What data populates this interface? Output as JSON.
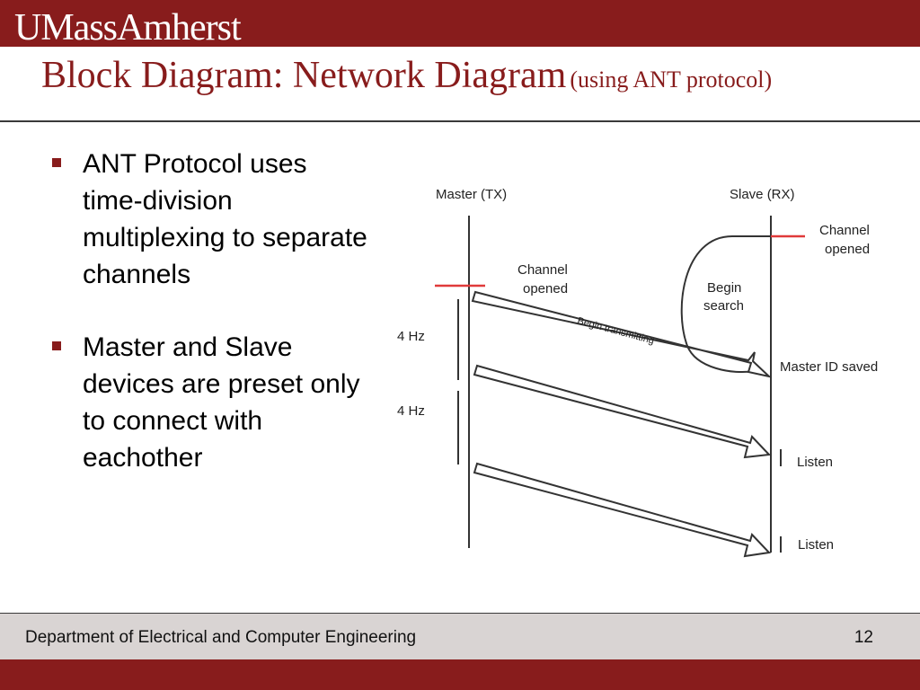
{
  "header": {
    "logo_text": "UMassAmherst",
    "title": "Block Diagram: Network Diagram",
    "title_suffix": "(using ANT protocol)"
  },
  "bullets": [
    "ANT Protocol uses time-division multiplexing to separate channels",
    "Master and Slave devices are preset only to connect with eachother"
  ],
  "diagram": {
    "master_label": "Master (TX)",
    "slave_label": "Slave (RX)",
    "master_channel_line1": "Channel",
    "master_channel_line2": "opened",
    "slave_channel_line1": "Channel",
    "slave_channel_line2": "opened",
    "begin_search_line1": "Begin",
    "begin_search_line2": "search",
    "begin_transmitting": "Begin transmitting",
    "interval_1": "4 Hz",
    "interval_2": "4 Hz",
    "master_id_saved": "Master ID saved",
    "listen_1": "Listen",
    "listen_2": "Listen"
  },
  "footer": {
    "department": "Department of Electrical and Computer Engineering",
    "page_number": "12"
  },
  "colors": {
    "brand_maroon": "#881c1c",
    "channel_marker_red": "#e03a3a",
    "footer_gray": "#d9d4d3"
  }
}
